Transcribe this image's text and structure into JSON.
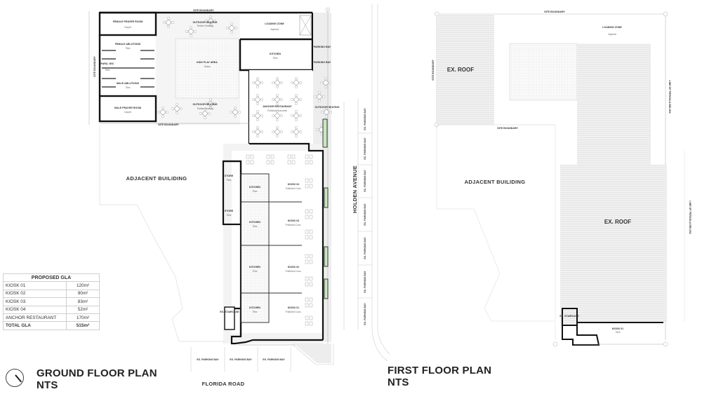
{
  "ground_floor": {
    "title": "GROUND FLOOR PLAN",
    "scale": "NTS",
    "labels": {
      "site_boundary_top": "SITE BOUNDARY",
      "site_boundary_bottom": "SITE BOUNDARY",
      "site_boundary_left": "SITE BOUNDARY",
      "adjacent_building": "ADJACENT BUILIDING",
      "street_east": "HOLDEN AVENUE",
      "street_south": "FLORIDA ROAD",
      "ex_parking_bay": "EX. PARKING BAY",
      "parking_bay": "PARKING BAY"
    },
    "rooms": [
      {
        "name": "FEMALE PRAYER ROOM",
        "finish": "Carpet"
      },
      {
        "name": "FEMALE ABLUTIONS",
        "finish": "Tiles"
      },
      {
        "name": "PARA. W/C",
        "finish": "Tiles"
      },
      {
        "name": "MALE ABLUTIONS",
        "finish": "Tiles"
      },
      {
        "name": "MALE PRAYER ROOM",
        "finish": "Carpet"
      },
      {
        "name": "OUTDOOR SEATING",
        "finish": "Timber Decking"
      },
      {
        "name": "KIDS PLAY AREA",
        "finish": "Grass"
      },
      {
        "name": "OUTDOOR SEATING",
        "finish": "Timber Decking"
      },
      {
        "name": "LOADING ZONE",
        "finish": "Asphalt"
      },
      {
        "name": "KITCHEN",
        "finish": "Tiles"
      },
      {
        "name": "ANCHOR RESTAURANT",
        "finish": "Polished Concrete"
      },
      {
        "name": "OUTDOOR SEATING",
        "finish": ""
      },
      {
        "name": "STORE",
        "finish": "Tiles"
      },
      {
        "name": "KITCHEN",
        "finish": "Tiles"
      },
      {
        "name": "KIOSK 04",
        "finish": "Polished Conc."
      },
      {
        "name": "STORE",
        "finish": "Tiles"
      },
      {
        "name": "KITCHEN",
        "finish": "Tiles"
      },
      {
        "name": "KIOSK 03",
        "finish": "Polished Conc."
      },
      {
        "name": "KITCHEN",
        "finish": "Tiles"
      },
      {
        "name": "KIOSK 02",
        "finish": "Polished Conc."
      },
      {
        "name": "KITCHEN",
        "finish": "Tiles"
      },
      {
        "name": "KIOSK 01",
        "finish": "Polished Conc."
      },
      {
        "name": "EX. STAIRCASE",
        "finish": "Tiles"
      }
    ]
  },
  "first_floor": {
    "title": "FIRST FLOOR PLAN",
    "scale": "NTS",
    "labels": {
      "site_boundary_top": "SITE BOUNDARY",
      "site_boundary_mid": "SITE BOUNDARY",
      "site_boundary_left": "SITE BOUNDARY",
      "ex_roof_1": "EX. ROOF",
      "ex_roof_2": "EX. ROOF",
      "loading_zone": "LOADING ZONE",
      "loading_zone_finish": "Asphalt",
      "adjacent_building": "ADJACENT BUILIDING",
      "pergola_1": "LINE OF PERGOLA BELOW",
      "pergola_2": "LINE OF PERGOLA BELOW",
      "staircase": "EX. STAIRCASE",
      "kiosk": "KIOSK 01",
      "kiosk_finish": "Tiles"
    }
  },
  "gla_table": {
    "title": "PROPOSED GLA",
    "rows": [
      {
        "label": "KIOSK 01",
        "value": "120m²"
      },
      {
        "label": "KIOSK 02",
        "value": "90m²"
      },
      {
        "label": "KIOSK 03",
        "value": "83m²"
      },
      {
        "label": "KIOSK 04",
        "value": "52m²"
      },
      {
        "label": "ANCHOR RESTAURANT",
        "value": "170m²"
      }
    ],
    "total": {
      "label": "TOTAL GLA",
      "value": "515m²"
    }
  }
}
